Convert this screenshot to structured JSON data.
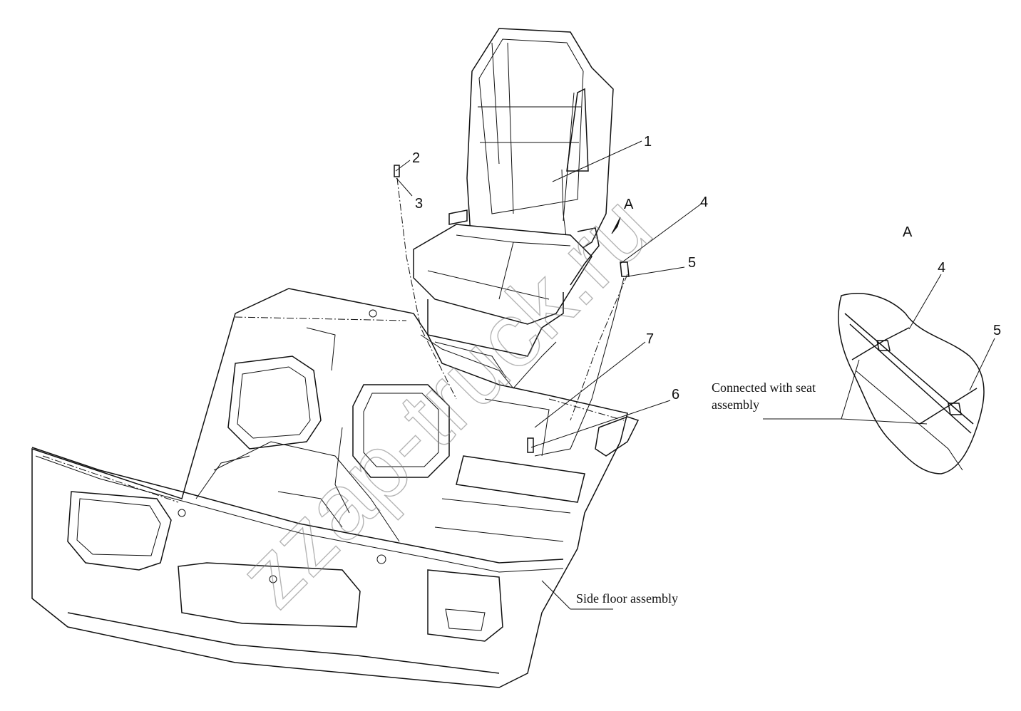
{
  "diagram": {
    "callouts": [
      "1",
      "2",
      "3",
      "4",
      "5",
      "6",
      "7"
    ],
    "detail_view_label": "A",
    "detail_view_title": "A",
    "detail_callouts": [
      "4",
      "5"
    ],
    "notes": {
      "seat_connection_line1": "Connected with seat",
      "seat_connection_line2": "assembly",
      "side_floor": "Side floor assembly"
    },
    "watermark": "zzap-truck.ru"
  }
}
